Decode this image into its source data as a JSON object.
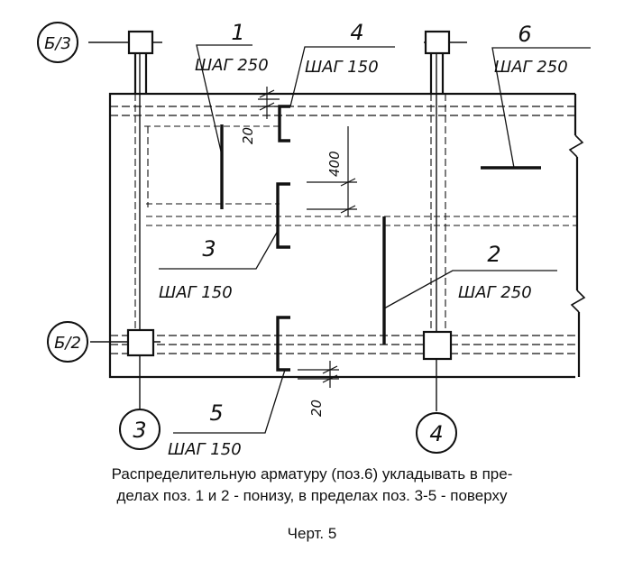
{
  "axes": {
    "b3": "Б/3",
    "b2": "Б/2",
    "c3": "3",
    "c4": "4"
  },
  "positions": {
    "p1": {
      "num": "1",
      "step": "ШАГ 250"
    },
    "p2": {
      "num": "2",
      "step": "ШАГ 250"
    },
    "p3": {
      "num": "3",
      "step": "ШАГ 150"
    },
    "p4": {
      "num": "4",
      "step": "ШАГ 150"
    },
    "p5": {
      "num": "5",
      "step": "ШАГ 150"
    },
    "p6": {
      "num": "6",
      "step": "ШАГ 250"
    }
  },
  "dimensions": {
    "d20_top": "20",
    "d400": "400",
    "d20_bottom": "20"
  },
  "caption": {
    "line1": "Распределительную арматуру (поз.6) укладывать в пре-",
    "line2": "делах поз. 1 и 2 - понизу, в пределах поз. 3-5 - поверху",
    "figure": "Черт. 5"
  },
  "colors": {
    "ink": "#111111",
    "background": "#ffffff"
  }
}
